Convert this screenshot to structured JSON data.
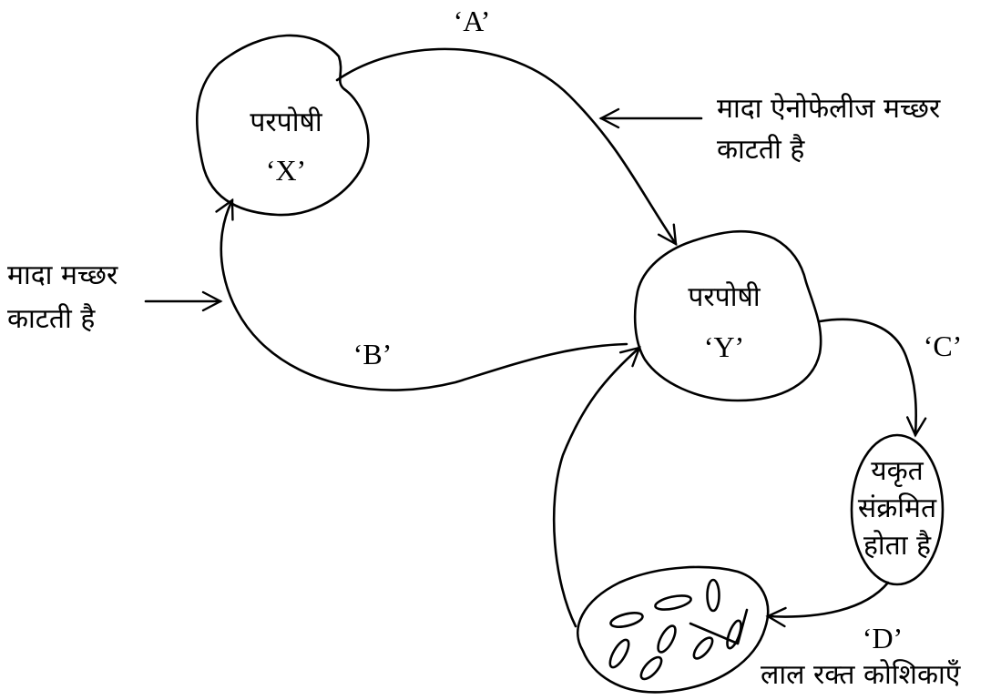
{
  "labels": {
    "A": "‘A’",
    "B": "‘B’",
    "C": "‘C’",
    "D": "‘D’"
  },
  "host_x": {
    "title": "परपोषी",
    "tag": "‘X’"
  },
  "host_y": {
    "title": "परपोषी",
    "tag": "‘Y’"
  },
  "liver": {
    "line1": "यकृत",
    "line2": "संक्रमित",
    "line3": "होता है"
  },
  "annotations": {
    "anopheles_line1": "मादा ऐनोफेलीज मच्छर",
    "anopheles_line2": "काटती है",
    "mosquito_line1": "मादा मच्छर",
    "mosquito_line2": "काटती है",
    "rbc": "लाल रक्त कोशिकाएँ"
  }
}
